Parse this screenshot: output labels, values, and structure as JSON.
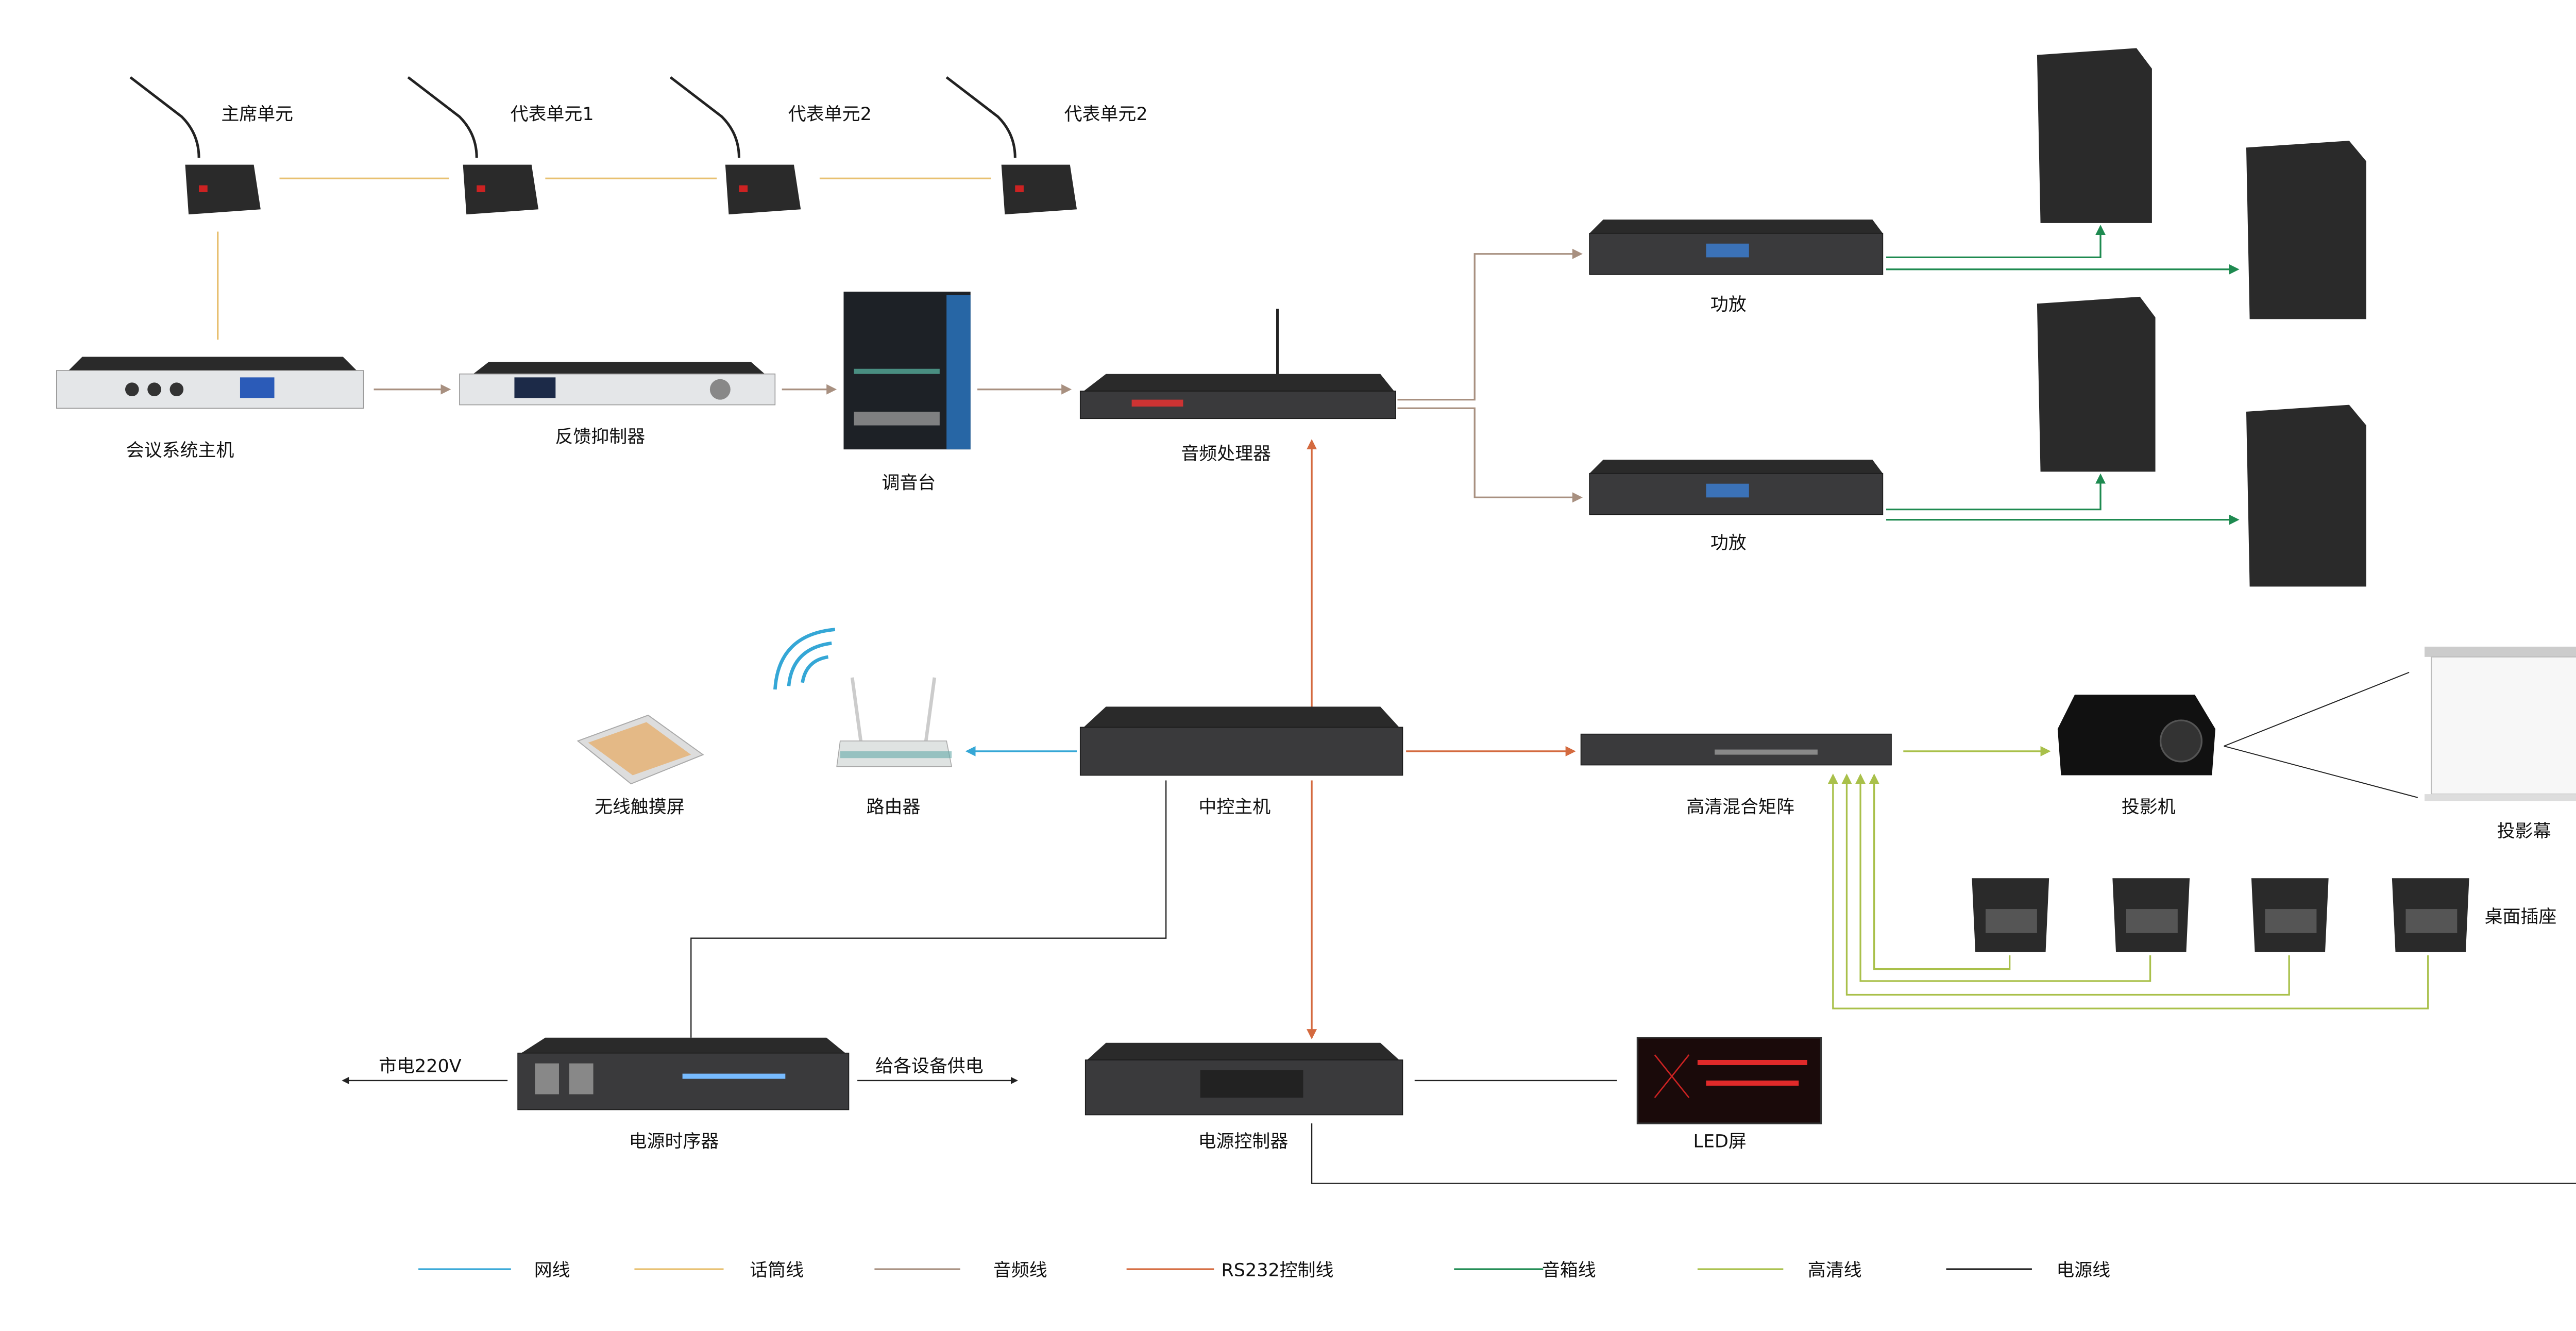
{
  "colors": {
    "network": "#35a7d6",
    "microphone": "#e8c070",
    "audio": "#a89080",
    "rs232": "#d46a3f",
    "speaker": "#1e8a50",
    "hd": "#a9c04a",
    "power": "#222222"
  },
  "devices": {
    "chair_unit": "主席单元",
    "delegate_1": "代表单元1",
    "delegate_2": "代表单元2",
    "delegate_3": "代表单元2",
    "conference_host": "会议系统主机",
    "feedback_suppressor": "反馈抑制器",
    "mixer": "调音台",
    "audio_processor": "音频处理器",
    "amp_1": "功放",
    "amp_2": "功放",
    "wireless_touchscreen": "无线触摸屏",
    "router": "路由器",
    "central_control": "中控主机",
    "hd_matrix": "高清混合矩阵",
    "projector": "投影机",
    "projection_screen": "投影幕",
    "desk_socket": "桌面插座",
    "power_sequencer": "电源时序器",
    "mains": "市电220V",
    "supply_all": "给各设备供电",
    "power_controller": "电源控制器",
    "led_screen": "LED屏"
  },
  "legend": [
    {
      "label": "网线",
      "color": "#35a7d6"
    },
    {
      "label": "话筒线",
      "color": "#e8c070"
    },
    {
      "label": "音频线",
      "color": "#a89080"
    },
    {
      "label": "RS232控制线",
      "color": "#d46a3f"
    },
    {
      "label": "音箱线",
      "color": "#1e8a50"
    },
    {
      "label": "高清线",
      "color": "#a9c04a"
    },
    {
      "label": "电源线",
      "color": "#222222"
    }
  ]
}
